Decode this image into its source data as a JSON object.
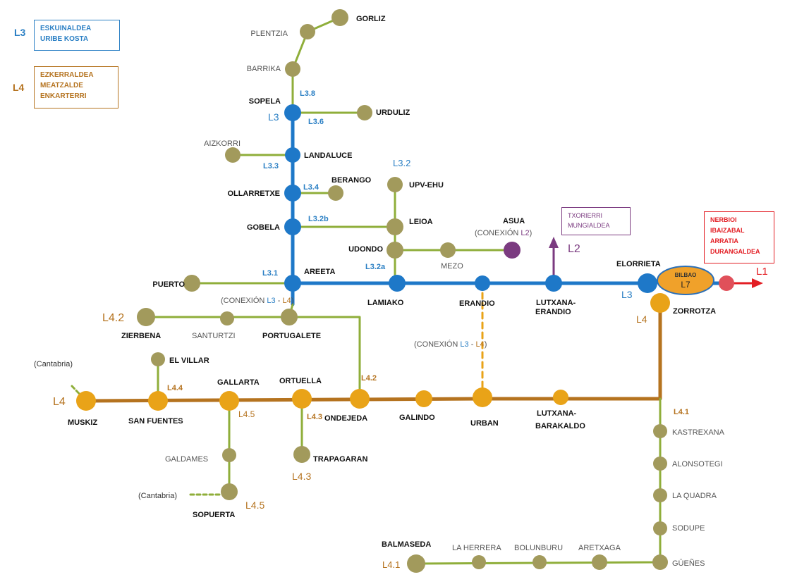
{
  "colors": {
    "l3": "#1e78c8",
    "l4": "#b5731f",
    "feeder": "#8fae3a",
    "stop_green": "#a29a5c",
    "stop_orange": "#e9a318",
    "l2": "#7b3b80",
    "l1": "#e31e24",
    "l3_text": "#2a7fc4",
    "l4_text": "#b5731f",
    "l2_text": "#7b3b80",
    "bilbao_fill": "#f0a12a",
    "bilbao_stroke": "#2a6fb8"
  },
  "legends": {
    "l3": {
      "code": "L3",
      "lines": [
        "ESKUINALDEA",
        "URIBE KOSTA"
      ]
    },
    "l4": {
      "code": "L4",
      "lines": [
        "EZKERRALDEA",
        "MEATZALDE",
        "ENKARTERRI"
      ]
    },
    "l2": {
      "lines": [
        "TXORIERRI",
        "MUNGIALDEA"
      ]
    },
    "l1": {
      "lines": [
        "NERBIOI",
        "IBAIZABAL",
        "ARRATIA",
        "DURANGALDEA"
      ]
    }
  },
  "stations": [
    {
      "name": "GORLIZ",
      "kind": "green",
      "bold": true
    },
    {
      "name": "PLENTZIA",
      "kind": "green",
      "bold": false
    },
    {
      "name": "BARRIKA",
      "kind": "green",
      "bold": false
    },
    {
      "name": "SOPELA",
      "kind": "blue",
      "bold": true
    },
    {
      "name": "URDULIZ",
      "kind": "green",
      "bold": true
    },
    {
      "name": "AIZKORRI",
      "kind": "green",
      "bold": false
    },
    {
      "name": "LANDALUCE",
      "kind": "blue",
      "bold": true
    },
    {
      "name": "BERANGO",
      "kind": "green",
      "bold": true
    },
    {
      "name": "OLLARRETXE",
      "kind": "blue",
      "bold": true
    },
    {
      "name": "GOBELA",
      "kind": "blue",
      "bold": true
    },
    {
      "name": "UPV-EHU",
      "kind": "green",
      "bold": true
    },
    {
      "name": "LEIOA",
      "kind": "green",
      "bold": true
    },
    {
      "name": "UDONDO",
      "kind": "green",
      "bold": true
    },
    {
      "name": "MEZO",
      "kind": "green",
      "bold": false
    },
    {
      "name": "ASUA",
      "kind": "purple",
      "bold": true
    },
    {
      "name": "PUERTO",
      "kind": "green",
      "bold": true
    },
    {
      "name": "AREETA",
      "kind": "blue",
      "bold": true
    },
    {
      "name": "LAMIAKO",
      "kind": "blue",
      "bold": true
    },
    {
      "name": "ERANDIO",
      "kind": "blue",
      "bold": true
    },
    {
      "name": "LUTXANA-",
      "kind": "blue",
      "bold": true
    },
    {
      "name": "ELORRIETA",
      "kind": "blue",
      "bold": true
    },
    {
      "name": "ZORROTZA",
      "kind": "orange",
      "bold": true
    },
    {
      "name": "ZIERBENA",
      "kind": "green",
      "bold": true
    },
    {
      "name": "SANTURTZI",
      "kind": "green",
      "bold": false
    },
    {
      "name": "PORTUGALETE",
      "kind": "green",
      "bold": true
    },
    {
      "name": "EL VILLAR",
      "kind": "green",
      "bold": true
    },
    {
      "name": "MUSKIZ",
      "kind": "orange",
      "bold": true
    },
    {
      "name": "SAN FUENTES",
      "kind": "orange",
      "bold": true
    },
    {
      "name": "GALLARTA",
      "kind": "orange",
      "bold": true
    },
    {
      "name": "ORTUELLA",
      "kind": "orange",
      "bold": true
    },
    {
      "name": "ONDEJEDA",
      "kind": "orange",
      "bold": true
    },
    {
      "name": "GALINDO",
      "kind": "orange",
      "bold": true
    },
    {
      "name": "URBAN",
      "kind": "orange",
      "bold": true
    },
    {
      "name": "LUTXANA-",
      "kind": "orange",
      "bold": true
    },
    {
      "name": "GALDAMES",
      "kind": "green",
      "bold": false
    },
    {
      "name": "SOPUERTA",
      "kind": "green",
      "bold": true
    },
    {
      "name": "TRAPAGARAN",
      "kind": "green",
      "bold": true
    },
    {
      "name": "KASTREXANA",
      "kind": "green",
      "bold": false
    },
    {
      "name": "ALONSOTEGI",
      "kind": "green",
      "bold": false
    },
    {
      "name": "LA QUADRA",
      "kind": "green",
      "bold": false
    },
    {
      "name": "SODUPE",
      "kind": "green",
      "bold": false
    },
    {
      "name": "GÜEÑES",
      "kind": "green",
      "bold": false
    },
    {
      "name": "ARETXAGA",
      "kind": "green",
      "bold": false
    },
    {
      "name": "BOLUNBURU",
      "kind": "green",
      "bold": false
    },
    {
      "name": "LA HERRERA",
      "kind": "green",
      "bold": false
    },
    {
      "name": "BALMASEDA",
      "kind": "green",
      "bold": true
    },
    {
      "name": "",
      "kind": "red",
      "bold": false
    }
  ],
  "extra_text": [
    {
      "text": "ERANDIO",
      "bold": true
    },
    {
      "text": "BARAKALDO",
      "bold": true
    }
  ],
  "line_labels": [
    {
      "text": "L3.8",
      "color": "l3"
    },
    {
      "text": "L3",
      "color": "l3"
    },
    {
      "text": "L3.6",
      "color": "l3"
    },
    {
      "text": "L3.3",
      "color": "l3"
    },
    {
      "text": "L3.4",
      "color": "l3"
    },
    {
      "text": "L3.2b",
      "color": "l3"
    },
    {
      "text": "L3.2",
      "color": "l3"
    },
    {
      "text": "L3.2a",
      "color": "l3"
    },
    {
      "text": "L3.1",
      "color": "l3"
    },
    {
      "text": "L3",
      "color": "l3"
    },
    {
      "text": "L4.2",
      "color": "l4"
    },
    {
      "text": "L4",
      "color": "l4"
    },
    {
      "text": "L4.4",
      "color": "l4"
    },
    {
      "text": "L4.2",
      "color": "l4"
    },
    {
      "text": "L4.5",
      "color": "l4"
    },
    {
      "text": "L4.3",
      "color": "l4"
    },
    {
      "text": "L4.3",
      "color": "l4"
    },
    {
      "text": "L4.5",
      "color": "l4"
    },
    {
      "text": "L4.1",
      "color": "l4"
    },
    {
      "text": "L4.1",
      "color": "l4"
    },
    {
      "text": "L4",
      "color": "l4"
    },
    {
      "text": "L2",
      "color": "l2"
    },
    {
      "text": "L1",
      "color": "l1"
    }
  ],
  "connections": [
    {
      "prefix": "(CONEXIÓN ",
      "code": "L2",
      "code_color": "l2",
      "suffix": ")"
    },
    {
      "prefix": "(CONEXIÓN ",
      "code": "L3",
      "code_color": "l3",
      "mid": " - ",
      "code2": "L4",
      "code2_color": "l4",
      "suffix": ")"
    },
    {
      "prefix": "(CONEXIÓN ",
      "code": "L3",
      "code_color": "l3",
      "mid": " - ",
      "code2": "L4",
      "code2_color": "l4",
      "suffix": ")"
    }
  ],
  "cantabria": [
    "(Cantabria)",
    "(Cantabria)"
  ],
  "bilbao": {
    "name": "BILBAO",
    "line": "L7"
  }
}
